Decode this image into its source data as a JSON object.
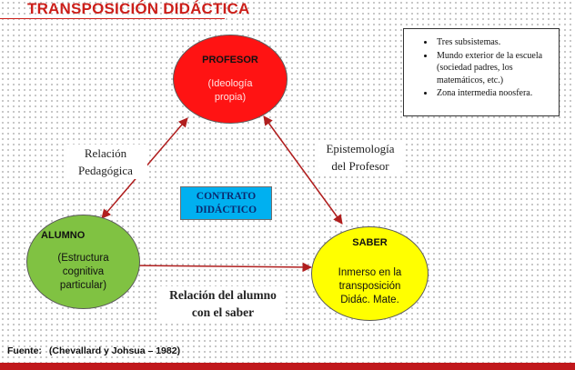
{
  "title": "TRANSPOSICIÓN DIDÁCTICA",
  "nodes": {
    "profesor": {
      "name": "PROFESOR",
      "desc_line1": "(Ideología",
      "desc_line2": "propia)"
    },
    "alumno": {
      "name": "ALUMNO",
      "desc_line1": "(Estructura",
      "desc_line2": "cognitiva",
      "desc_line3": "particular)"
    },
    "saber": {
      "name": "SABER",
      "desc_line1": "Inmerso en la",
      "desc_line2": "transposición",
      "desc_line3": "Didác. Mate."
    }
  },
  "relations": {
    "pedagogica_line1": "Relación",
    "pedagogica_line2": "Pedagógica",
    "epistemologia_line1": "Epistemología",
    "epistemologia_line2": "del Profesor",
    "alumno_saber_line1": "Relación del alumno",
    "alumno_saber_line2": "con el saber"
  },
  "contrato": {
    "line1": "CONTRATO",
    "line2": "DIDÁCTICO"
  },
  "info_box": {
    "items": [
      "Tres subsistemas.",
      "Mundo exterior de la escuela (sociedad padres, los matemáticos, etc.)",
      "Zona intermedia noosfera."
    ]
  },
  "source": {
    "label": "Fuente:",
    "text": "(Chevallard y Johsua – 1982)"
  },
  "colors": {
    "title": "#cc1f1a",
    "profesor": "#ff1313",
    "alumno": "#80c242",
    "saber": "#ffff00",
    "contrato": "#00b0f0",
    "arrow": "#b01e1e",
    "bottom_bar": "#c0181c"
  }
}
